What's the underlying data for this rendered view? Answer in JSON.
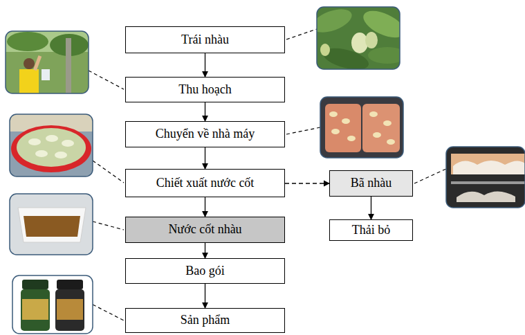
{
  "diagram": {
    "nodes": [
      {
        "text": [
          "Trái nhàu"
        ]
      },
      {
        "text": [
          "Thu hoạch"
        ]
      },
      {
        "text": [
          "Chuyển về nhà máy"
        ]
      },
      {
        "text": [
          "Chiết xuất nước cốt"
        ]
      },
      {
        "text": [
          "Bã nhàu"
        ]
      },
      {
        "text": [
          "Nước cốt nhàu"
        ]
      },
      {
        "text": [
          "Thải bỏ"
        ]
      },
      {
        "text": [
          "Bao gói"
        ]
      },
      {
        "text": [
          "Sản phẩm"
        ]
      }
    ],
    "edges": [
      {
        "from": 0,
        "to": 1,
        "arrow": "to"
      },
      {
        "from": 1,
        "to": 2,
        "arrow": "to"
      },
      {
        "from": 2,
        "to": 3,
        "arrow": "to"
      },
      {
        "from": 3,
        "to": 4,
        "arrow": "to"
      },
      {
        "from": 3,
        "to": 5,
        "arrow": "to"
      },
      {
        "from": 4,
        "to": 6,
        "arrow": "to"
      },
      {
        "from": 5,
        "to": 7,
        "arrow": "to"
      },
      {
        "from": 7,
        "to": 8,
        "arrow": "to"
      }
    ]
  }
}
